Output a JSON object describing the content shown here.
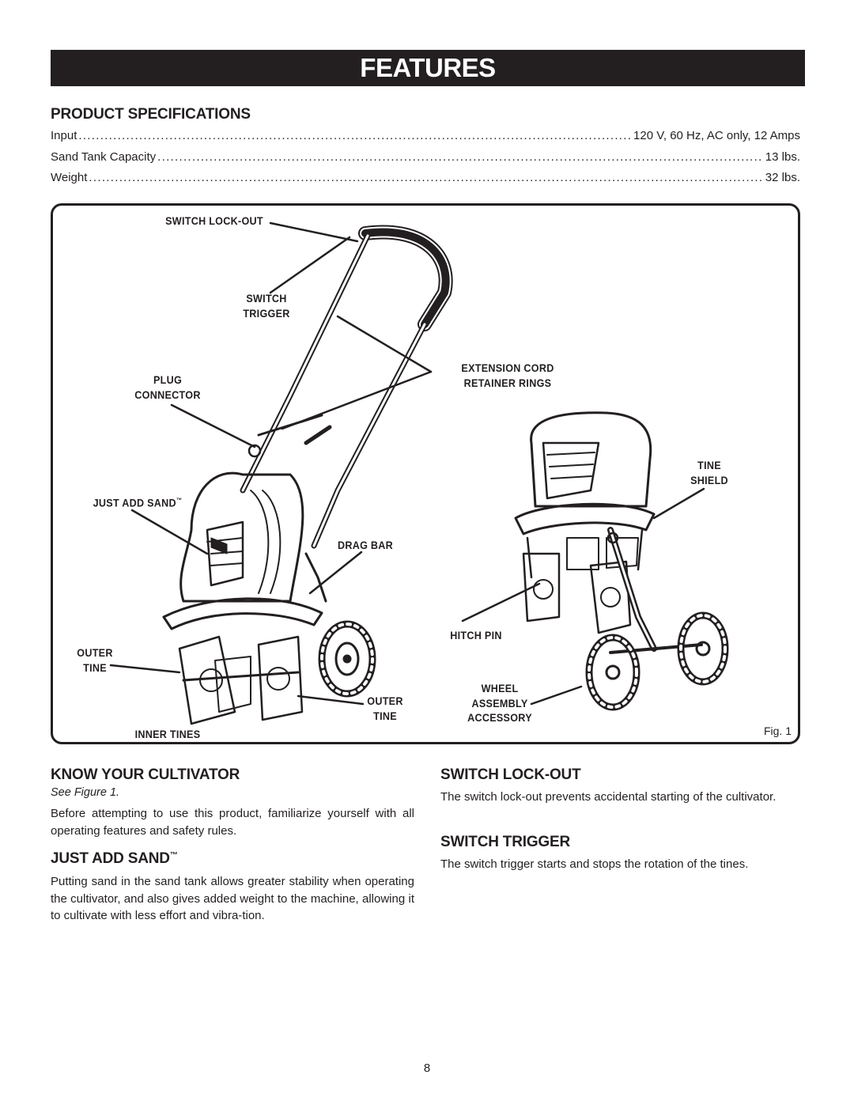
{
  "header": {
    "title": "FEATURES"
  },
  "specifications": {
    "heading": "PRODUCT SPECIFICATIONS",
    "rows": [
      {
        "label": "Input",
        "value": "120 V, 60 Hz, AC only, 12 Amps"
      },
      {
        "label": "Sand Tank Capacity",
        "value": "13 lbs."
      },
      {
        "label": "Weight",
        "value": "32 lbs."
      }
    ]
  },
  "figure": {
    "label": "Fig. 1",
    "callouts": {
      "switch_lockout": "SWITCH LOCK-OUT",
      "switch_trigger_1": "SWITCH",
      "switch_trigger_2": "TRIGGER",
      "plug_connector_1": "PLUG",
      "plug_connector_2": "CONNECTOR",
      "just_add_sand": "JUST ADD SAND",
      "tm": "™",
      "drag_bar": "DRAG BAR",
      "extension_cord_1": "EXTENSION CORD",
      "extension_cord_2": "RETAINER RINGS",
      "tine_shield_1": "TINE",
      "tine_shield_2": "SHIELD",
      "outer_tine_left_1": "OUTER",
      "outer_tine_left_2": "TINE",
      "outer_tine_right_1": "OUTER",
      "outer_tine_right_2": "TINE",
      "inner_tines": "INNER TINES",
      "hitch_pin": "HITCH PIN",
      "wheel_assembly_1": "WHEEL",
      "wheel_assembly_2": "ASSEMBLY",
      "wheel_assembly_3": "ACCESSORY"
    }
  },
  "know": {
    "heading": "KNOW YOUR CULTIVATOR",
    "see": "See Figure 1.",
    "body": "Before attempting to use this product, familiarize yourself with all operating features and safety rules."
  },
  "sand": {
    "heading": "JUST ADD SAND",
    "tm": "™",
    "body": "Putting sand in the sand tank allows greater stability when operating the cultivator, and also gives added weight to the machine, allowing it to cultivate with less effort and vibra-tion."
  },
  "lockout": {
    "heading": "SWITCH LOCK-OUT",
    "body": "The switch lock-out prevents accidental starting of the cultivator."
  },
  "trigger": {
    "heading": "SWITCH TRIGGER",
    "body": "The switch trigger starts and stops the rotation of the tines."
  },
  "footer": {
    "page_number": "8"
  }
}
